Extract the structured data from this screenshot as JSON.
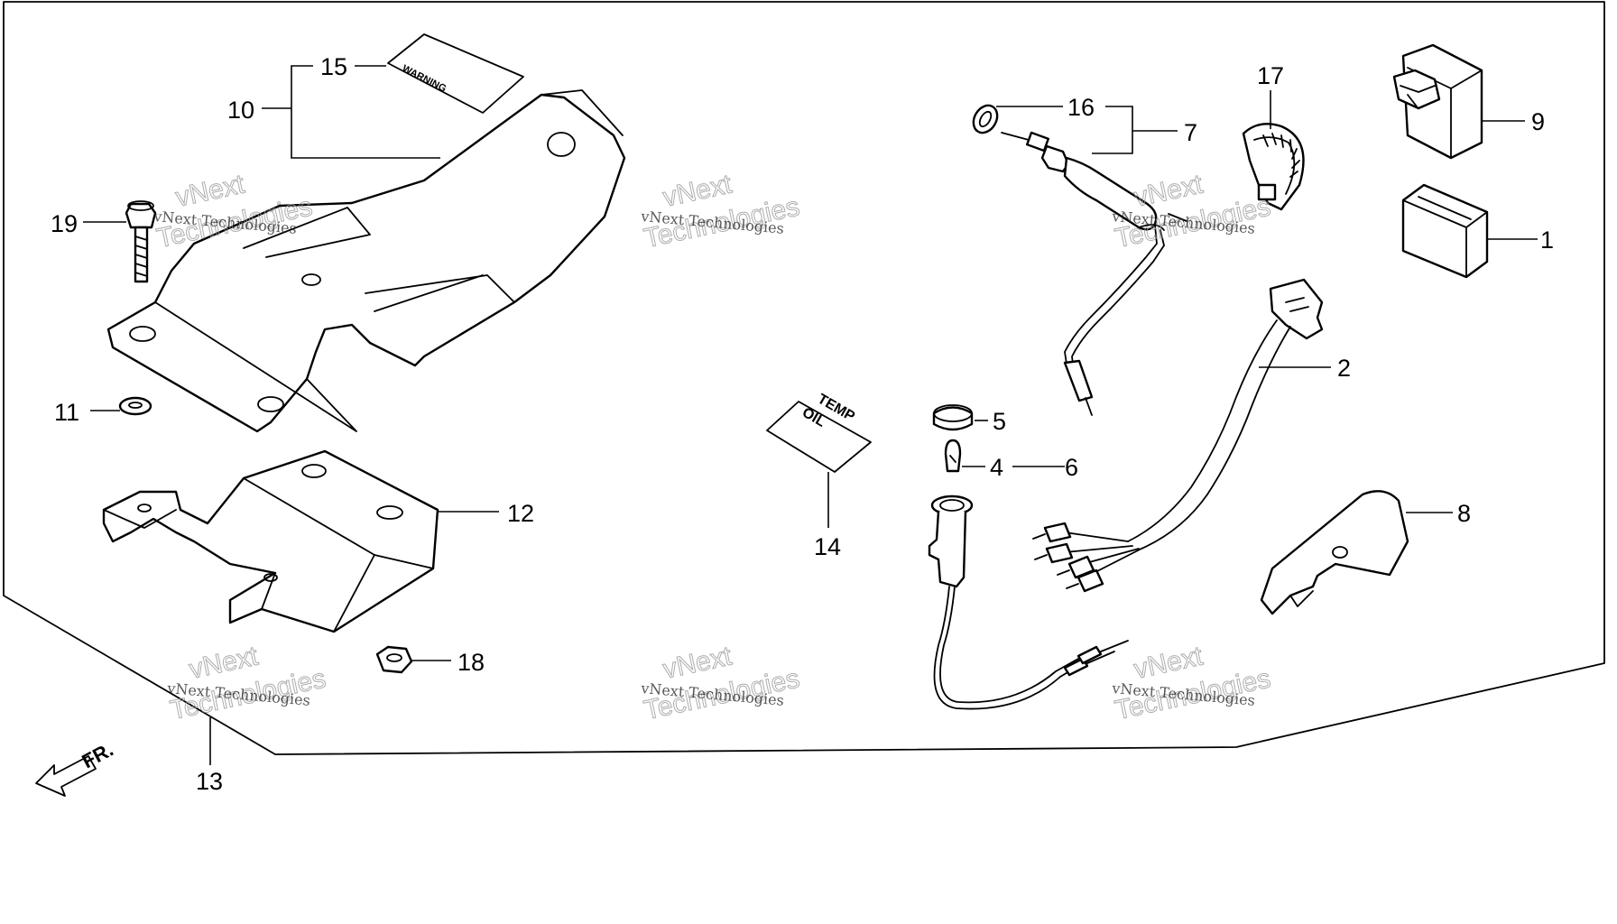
{
  "callouts": {
    "c1": "1",
    "c2": "2",
    "c4": "4",
    "c5": "5",
    "c6": "6",
    "c7": "7",
    "c8": "8",
    "c9": "9",
    "c10": "10",
    "c11": "11",
    "c12": "12",
    "c13": "13",
    "c14": "14",
    "c15": "15",
    "c16": "16",
    "c17": "17",
    "c18": "18",
    "c19": "19"
  },
  "labels": {
    "warning": "WARNING",
    "oil": "OIL",
    "temp": "TEMP",
    "front": "FR."
  },
  "watermark": {
    "company": "vNext Technologies",
    "line1": "vNext",
    "line2": "Technologies"
  }
}
